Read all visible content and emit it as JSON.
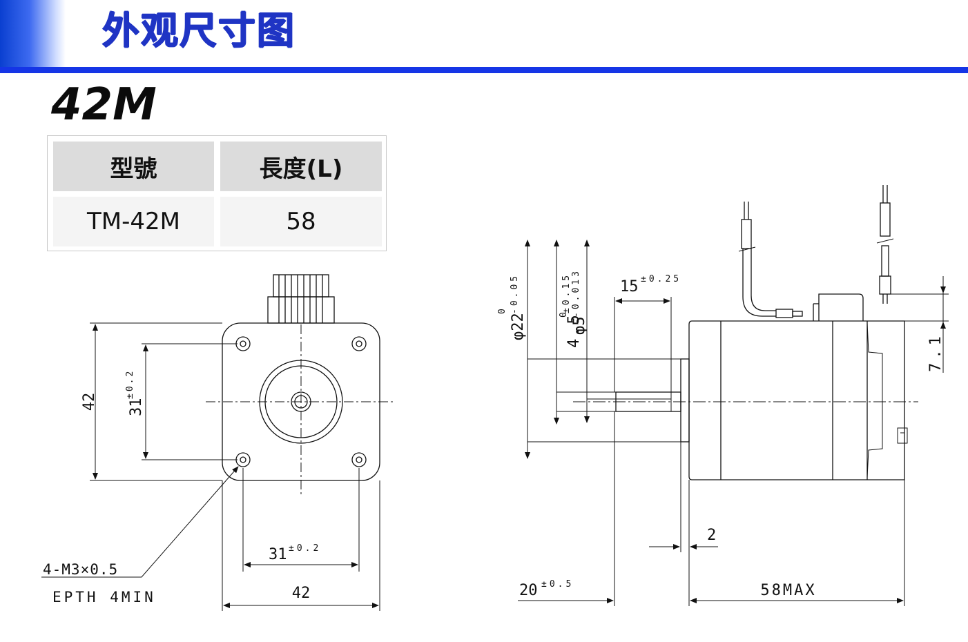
{
  "header": {
    "title": "外观尺寸图",
    "accent_color": "#1535e6"
  },
  "model": {
    "title": "42M"
  },
  "spec_table": {
    "headers": [
      "型號",
      "長度(L)"
    ],
    "rows": [
      [
        "TM-42M",
        "58"
      ]
    ]
  },
  "front_view": {
    "dim_height": "42",
    "dim_hole_pitch_v_base": "31",
    "dim_hole_pitch_v_tol": "±0.2",
    "dim_hole_pitch_h_base": "31",
    "dim_hole_pitch_h_tol": "±0.2",
    "dim_width": "42",
    "hole_note_line1": "4-M3×0.5",
    "hole_note_line2": "EPTH 4MIN"
  },
  "side_view": {
    "dim_flat_base": "15",
    "dim_flat_tol": "±0.25",
    "dim_boss_base": "φ22",
    "dim_boss_tol_upper": "0",
    "dim_boss_tol_lower": "-0.05",
    "dim_shaft_base": "φ5",
    "dim_shaft_tol_upper": "0",
    "dim_shaft_tol_lower": "-0.013",
    "dim_d_cut_base": "4.5",
    "dim_d_cut_tol": "±0.15",
    "dim_connector_height": "7.1",
    "dim_boss_length": "2",
    "dim_shaft_length_base": "20",
    "dim_shaft_length_tol": "±0.5",
    "dim_body_length": "58MAX"
  }
}
